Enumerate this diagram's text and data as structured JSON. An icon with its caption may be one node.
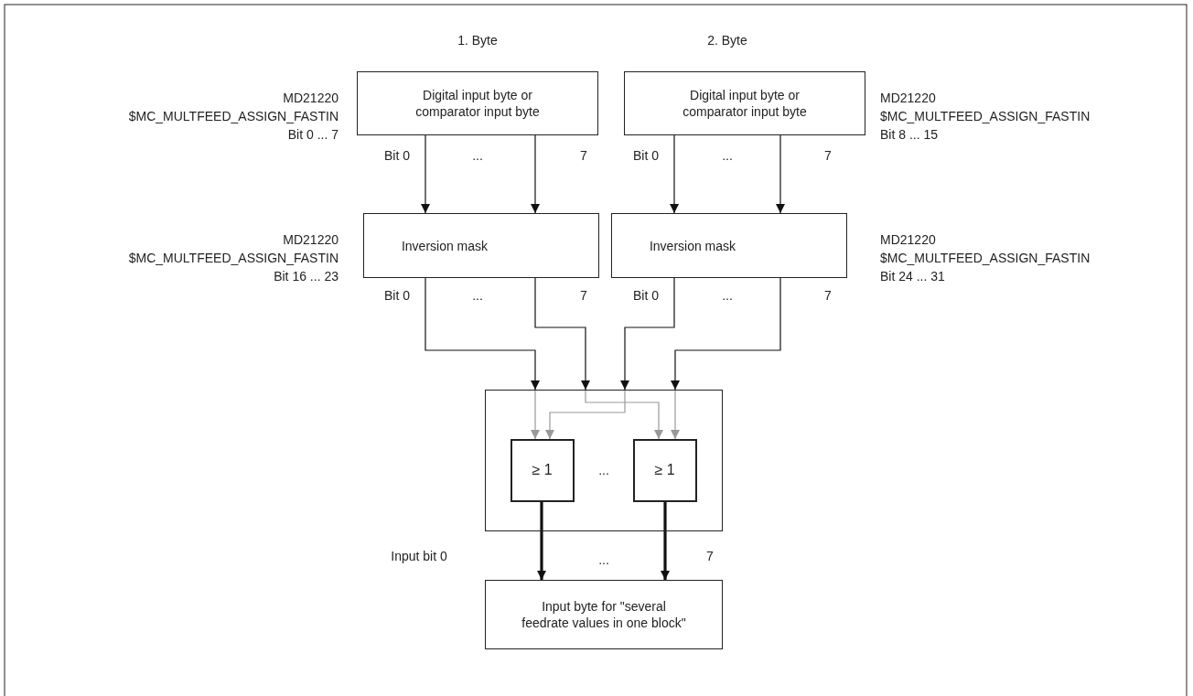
{
  "diagram": {
    "nodes": [
      {
        "text": [
          "Digital input byte or comparator input byte"
        ]
      },
      {
        "text": [
          "Digital input byte or comparator input byte"
        ]
      },
      {
        "text": [
          "Inversion mask"
        ]
      },
      {
        "text": [
          "Inversion mask"
        ]
      },
      {
        "text": [],
        "shape": "box"
      },
      {
        "text": [
          "≥ 1"
        ],
        "in": 4
      },
      {
        "text": [
          "≥ 1"
        ],
        "in": 4
      },
      {
        "text": [
          "Input byte for \"several feedrate values in one block\""
        ]
      }
    ],
    "edges": [
      {
        "from": 0,
        "to": 2,
        "arrow": "to"
      },
      {
        "from": 0,
        "to": 2,
        "arrow": "to"
      },
      {
        "from": 1,
        "to": 3,
        "arrow": "to"
      },
      {
        "from": 1,
        "to": 3,
        "arrow": "to"
      },
      {
        "from": 2,
        "to": 4,
        "arrow": "to"
      },
      {
        "from": 2,
        "to": 4,
        "arrow": "to"
      },
      {
        "from": 3,
        "to": 4,
        "arrow": "to"
      },
      {
        "from": 3,
        "to": 4,
        "arrow": "to"
      },
      {
        "from": 4,
        "to": 5,
        "arrow": "to",
        "color": "#999999"
      },
      {
        "from": 4,
        "to": 6,
        "arrow": "to",
        "color": "#999999"
      },
      {
        "from": 4,
        "to": 5,
        "arrow": "to",
        "color": "#999999"
      },
      {
        "from": 4,
        "to": 6,
        "arrow": "to",
        "color": "#999999"
      },
      {
        "from": 5,
        "to": 7,
        "arrow": "to",
        "style": "thick"
      },
      {
        "from": 6,
        "to": 7,
        "arrow": "to",
        "style": "thick"
      }
    ],
    "labels": [
      "1. Byte",
      "2. Byte",
      "MD21220",
      "$MC_MULTFEED_ASSIGN_FASTIN",
      "Bit 0 ... 7",
      "MD21220",
      "$MC_MULTFEED_ASSIGN_FASTIN",
      "Bit 8 ... 15",
      "Bit 0",
      "...",
      "7",
      "Bit 0",
      "...",
      "7",
      "MD21220",
      "$MC_MULTFEED_ASSIGN_FASTIN",
      "Bit 16 ... 23",
      "MD21220",
      "$MC_MULTFEED_ASSIGN_FASTIN",
      "Bit 24 ... 31",
      "Bit 0",
      "...",
      "7",
      "Bit 0",
      "...",
      "7",
      "...",
      "Input bit 0",
      "...",
      "7"
    ]
  }
}
